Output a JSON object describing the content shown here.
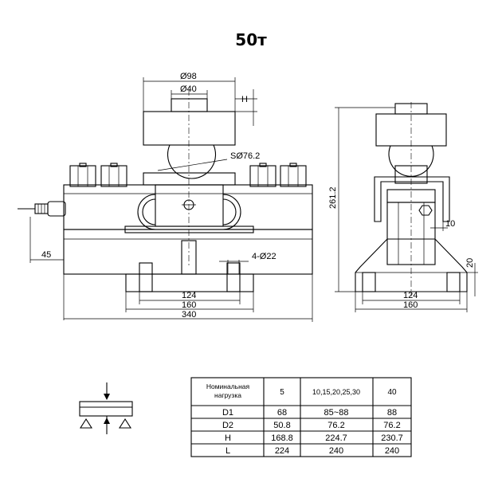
{
  "title": "50т",
  "front_view": {
    "dims": {
      "d98": "Ø98",
      "d40": "Ø40",
      "h": "H",
      "sphere": "SØ76.2",
      "left_offset": "45",
      "holes": "4-Ø22",
      "w124": "124",
      "w160": "160",
      "w340": "340"
    }
  },
  "side_view": {
    "dims": {
      "height": "261.2",
      "d10": "10",
      "d20": "20",
      "w124": "124",
      "w160": "160"
    }
  },
  "spec_table": {
    "header": [
      "Номинальная нагрузка",
      "5",
      "10,15,20,25,30",
      "40"
    ],
    "rows": [
      [
        "D1",
        "68",
        "85~88",
        "88"
      ],
      [
        "D2",
        "50.8",
        "76.2",
        "76.2"
      ],
      [
        "H",
        "168.8",
        "224.7",
        "230.7"
      ],
      [
        "L",
        "224",
        "240",
        "240"
      ]
    ]
  }
}
